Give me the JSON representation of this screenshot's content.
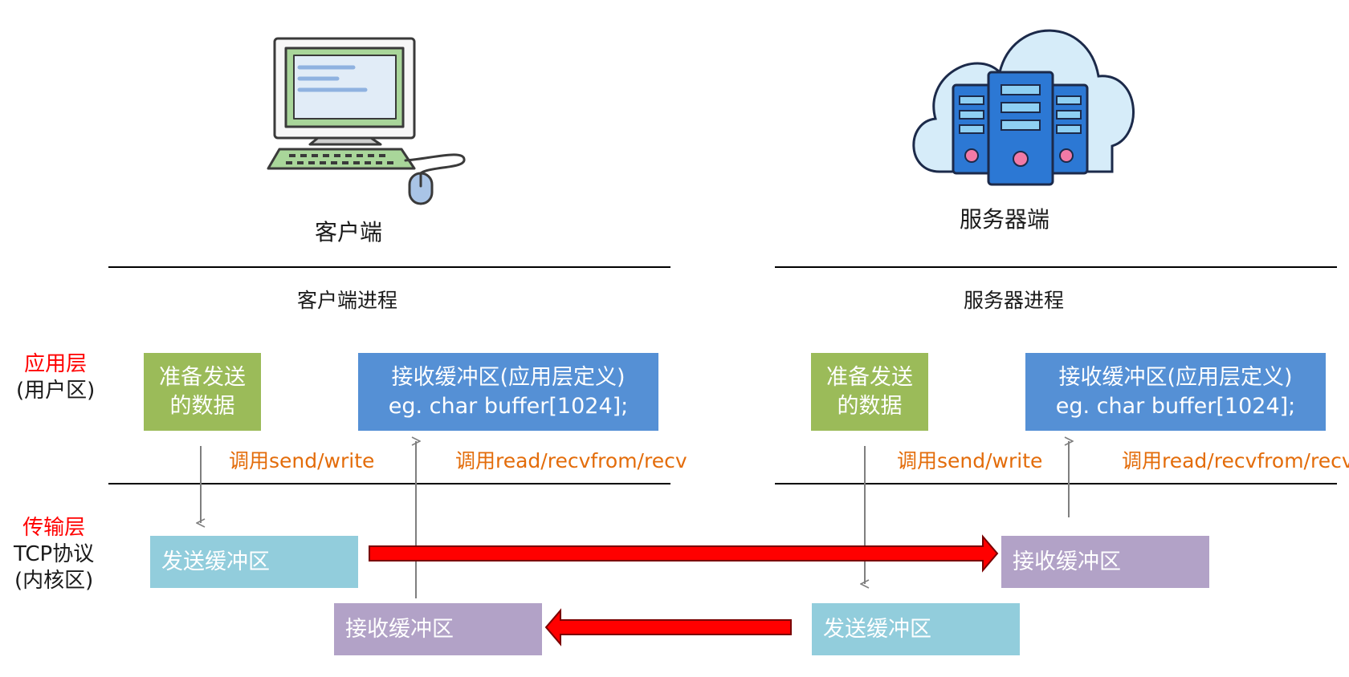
{
  "client": {
    "title": "客户端",
    "process": "客户端进程",
    "prepare_line1": "准备发送",
    "prepare_line2": "的数据",
    "recv_buf_line1": "接收缓冲区(应用层定义)",
    "recv_buf_line2": "eg. char buffer[1024];",
    "send_call": "调用send/write",
    "recv_call": "调用read/recvfrom/recv",
    "tcp_send_buffer": "发送缓冲区",
    "tcp_recv_buffer": "接收缓冲区"
  },
  "server": {
    "title": "服务器端",
    "process": "服务器进程",
    "prepare_line1": "准备发送",
    "prepare_line2": "的数据",
    "recv_buf_line1": "接收缓冲区(应用层定义)",
    "recv_buf_line2": "eg. char buffer[1024];",
    "send_call": "调用send/write",
    "recv_call": "调用read/recvfrom/recv",
    "tcp_send_buffer": "发送缓冲区",
    "tcp_recv_buffer": "接收缓冲区"
  },
  "layers": {
    "app_name": "应用层",
    "app_sub": "(用户区)",
    "transport_name": "传输层",
    "transport_proto": "TCP协议",
    "transport_sub": "(内核区)"
  },
  "colors": {
    "prepare_box": "#9bbb59",
    "app_recv_box": "#5590d5",
    "send_buffer": "#92cddc",
    "recv_buffer": "#b2a2c7",
    "call_text": "#e36c0a",
    "layer_name": "#ff0000",
    "data_arrow": "#ff0000"
  },
  "icons": {
    "client": "desktop-computer-icon",
    "server": "cloud-server-icon"
  }
}
